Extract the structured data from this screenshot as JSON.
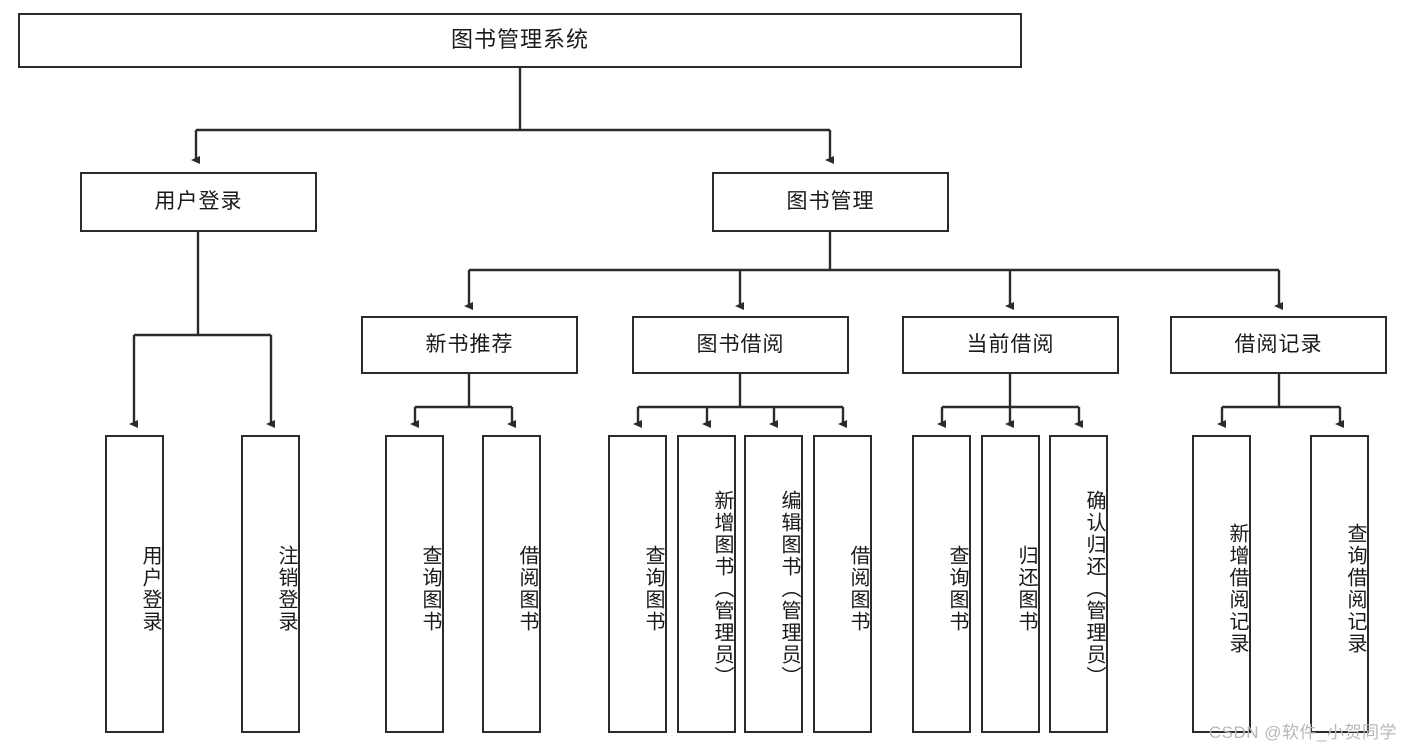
{
  "diagram": {
    "title": "图书管理系统",
    "type": "tree-hierarchy-diagram",
    "root": {
      "label": "图书管理系统"
    },
    "level1": [
      {
        "label": "用户登录"
      },
      {
        "label": "图书管理"
      }
    ],
    "level2": [
      {
        "label": "新书推荐"
      },
      {
        "label": "图书借阅"
      },
      {
        "label": "当前借阅"
      },
      {
        "label": "借阅记录"
      }
    ],
    "leaves": {
      "user_login": [
        {
          "label": "用户登录"
        },
        {
          "label": "注销登录"
        }
      ],
      "new_book_recommend": [
        {
          "label": "查询图书"
        },
        {
          "label": "借阅图书"
        }
      ],
      "book_borrow": [
        {
          "label": "查询图书"
        },
        {
          "label": "新增图书（管理员）"
        },
        {
          "label": "编辑图书（管理员）"
        },
        {
          "label": "借阅图书"
        }
      ],
      "current_borrow": [
        {
          "label": "查询图书"
        },
        {
          "label": "归还图书"
        },
        {
          "label": "确认归还（管理员）"
        }
      ],
      "borrow_record": [
        {
          "label": "新增借阅记录"
        },
        {
          "label": "查询借阅记录"
        }
      ]
    }
  },
  "watermark": {
    "text": "CSDN @软件_小贺同学"
  },
  "colors": {
    "stroke": "#2b2b2b",
    "fill": "#ffffff",
    "text": "#1a1a1a",
    "watermark": "#b8b8b8"
  }
}
